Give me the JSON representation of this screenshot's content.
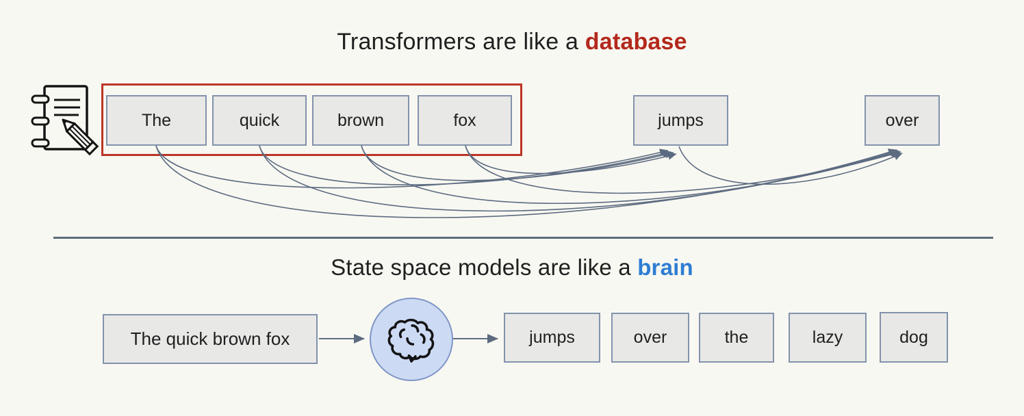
{
  "colors": {
    "background": "#f8f8f2",
    "box_fill": "#e8e8e7",
    "box_border": "#8292ab",
    "highlight_red": "#b3291c",
    "red_frame": "#bc3526",
    "highlight_blue": "#2f7dd3",
    "arrow_line": "#5c6b80",
    "divider": "#5d6b7c",
    "brain_circle_fill": "#ccdaf4",
    "brain_circle_border": "#7e96c6"
  },
  "top_section": {
    "title": {
      "prefix": "Transformers are like a ",
      "highlight": "database"
    },
    "icon": "notebook-pencil-icon",
    "input_tokens": [
      "The",
      "quick",
      "brown",
      "fox"
    ],
    "output_tokens": [
      "jumps",
      "over"
    ],
    "attention_edges": [
      "The→jumps",
      "quick→jumps",
      "brown→jumps",
      "fox→jumps",
      "The→over",
      "quick→over",
      "brown→over",
      "fox→over",
      "jumps→over"
    ]
  },
  "bottom_section": {
    "title": {
      "prefix": "State space models are like a ",
      "highlight": "brain"
    },
    "input_text": "The quick brown fox",
    "icon": "brain-icon",
    "output_tokens": [
      "jumps",
      "over",
      "the",
      "lazy",
      "dog"
    ]
  }
}
